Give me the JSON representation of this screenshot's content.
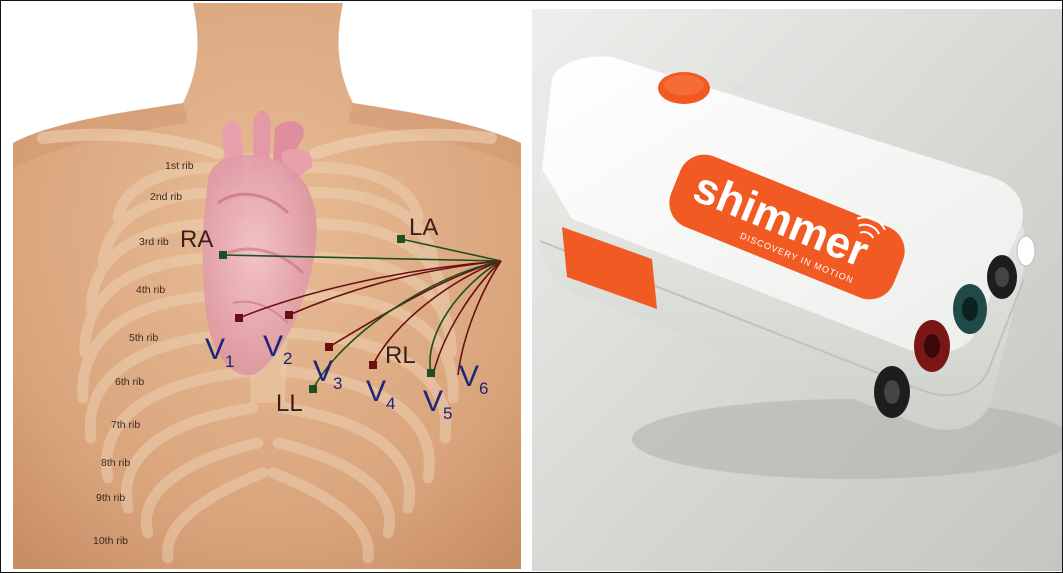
{
  "left_image": {
    "leads": {
      "ra": "RA",
      "la": "LA",
      "rl": "RL",
      "ll": "LL"
    },
    "precordial": [
      {
        "label": "V",
        "sub": "1"
      },
      {
        "label": "V",
        "sub": "2"
      },
      {
        "label": "V",
        "sub": "3"
      },
      {
        "label": "V",
        "sub": "4"
      },
      {
        "label": "V",
        "sub": "5"
      },
      {
        "label": "V",
        "sub": "6"
      }
    ],
    "ribs": [
      "1st rib",
      "2nd rib",
      "3rd rib",
      "4th rib",
      "5th rib",
      "6th rib",
      "7th rib",
      "8th rib",
      "9th rib",
      "10th rib"
    ],
    "colors": {
      "skin": "#e2b48c",
      "electrode_red": "#6b1010",
      "electrode_green": "#1f4f1f",
      "text_blue": "#1e2578"
    }
  },
  "right_image": {
    "brand": "shimmer",
    "tagline": "DISCOVERY IN MOTION",
    "colors": {
      "device": "#f7f7f5",
      "accent": "#f15a22"
    }
  }
}
